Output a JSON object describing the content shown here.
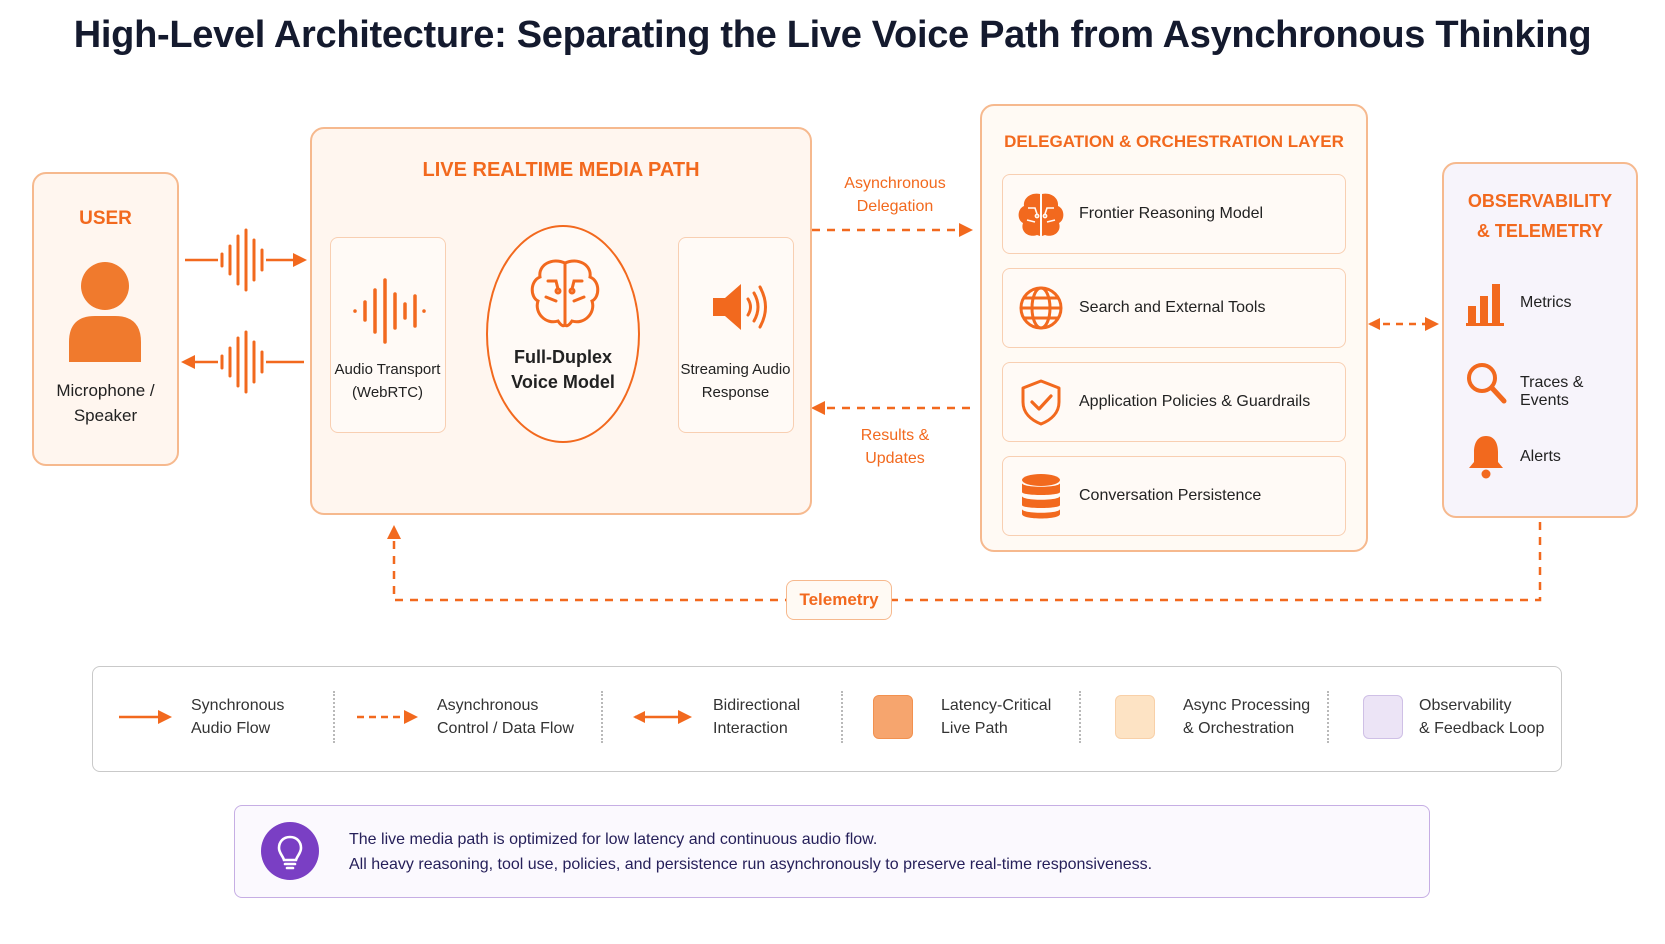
{
  "title": "High-Level Architecture: Separating the Live Voice Path from Asynchronous Thinking",
  "user": {
    "header": "USER",
    "label_line1": "Microphone /",
    "label_line2": "Speaker"
  },
  "live_path": {
    "header": "LIVE REALTIME MEDIA PATH",
    "audio_transport_line1": "Audio Transport",
    "audio_transport_line2": "(WebRTC)",
    "voice_model_line1": "Full-Duplex",
    "voice_model_line2": "Voice Model",
    "streaming_line1": "Streaming Audio",
    "streaming_line2": "Response"
  },
  "flows": {
    "async_delegation_line1": "Asynchronous",
    "async_delegation_line2": "Delegation",
    "results_line1": "Results &",
    "results_line2": "Updates",
    "telemetry": "Telemetry"
  },
  "orchestration": {
    "header": "DELEGATION & ORCHESTRATION LAYER",
    "items": [
      {
        "label": "Frontier Reasoning Model",
        "icon": "brain-circuit-icon"
      },
      {
        "label": "Search and External Tools",
        "icon": "globe-icon"
      },
      {
        "label": "Application Policies & Guardrails",
        "icon": "shield-check-icon"
      },
      {
        "label": "Conversation Persistence",
        "icon": "database-icon"
      }
    ]
  },
  "observability": {
    "header_line1": "OBSERVABILITY",
    "header_line2": "& TELEMETRY",
    "items": [
      {
        "label": "Metrics",
        "icon": "bar-chart-icon"
      },
      {
        "label": "Traces & Events",
        "icon": "magnifier-icon"
      },
      {
        "label": "Alerts",
        "icon": "bell-icon"
      }
    ]
  },
  "legend": {
    "sync_line1": "Synchronous",
    "sync_line2": "Audio Flow",
    "async_line1": "Asynchronous",
    "async_line2": "Control / Data Flow",
    "bidir_line1": "Bidirectional",
    "bidir_line2": "Interaction",
    "latency_line1": "Latency-Critical",
    "latency_line2": "Live Path",
    "asyncproc_line1": "Async Processing",
    "asyncproc_line2": "& Orchestration",
    "obs_line1": "Observability",
    "obs_line2": "& Feedback Loop"
  },
  "note": {
    "line1": "The live media path is optimized for low latency and continuous audio flow.",
    "line2": "All heavy reasoning, tool use, policies, and persistence run asynchronously to preserve real-time responsiveness."
  },
  "colors": {
    "accent": "#f2691e",
    "live_fill": "#fff6ef",
    "async_fill": "#fffaf4",
    "obs_fill": "#f7f4fb",
    "purple": "#7a3fc4",
    "title": "#141a2e"
  }
}
